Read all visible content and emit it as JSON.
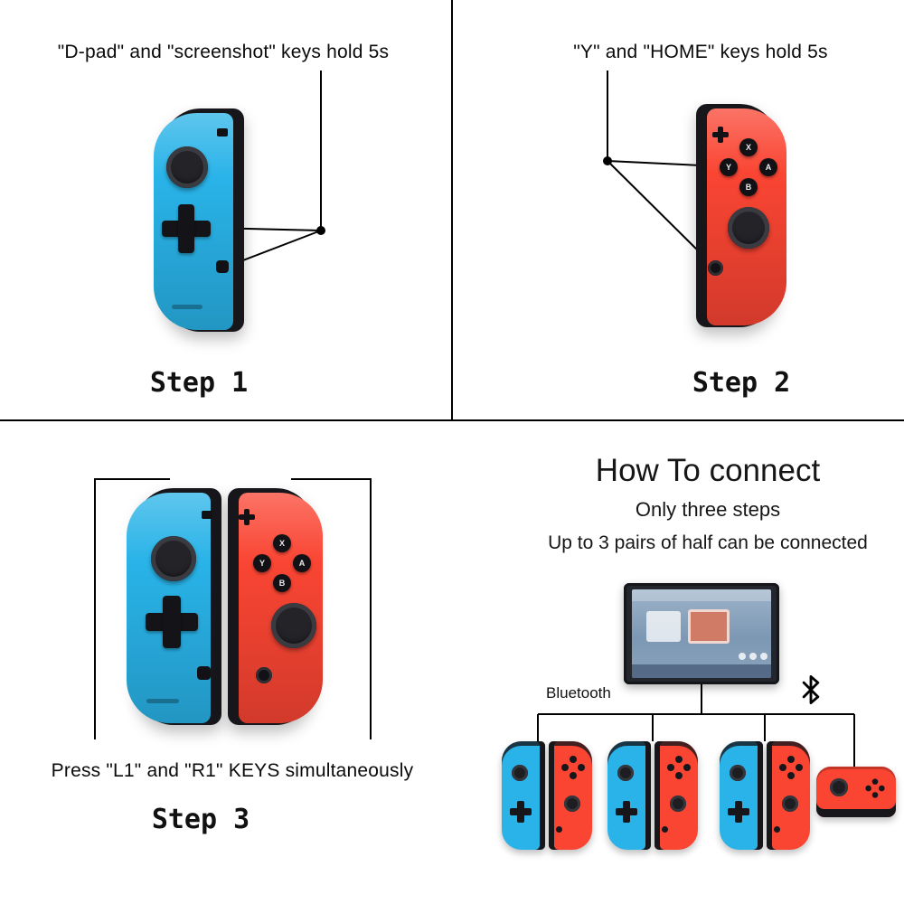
{
  "colors": {
    "blue": "#29b3e8",
    "red": "#fa4533",
    "dark": "#17171b"
  },
  "steps": {
    "step1": {
      "caption": "\"D-pad\" and \"screenshot\" keys hold 5s",
      "label": "Step 1"
    },
    "step2": {
      "caption": "\"Y\" and \"HOME\" keys hold 5s",
      "label": "Step 2"
    },
    "step3": {
      "caption": "Press \"L1\" and \"R1\" KEYS simultaneously",
      "label": "Step 3"
    }
  },
  "connect": {
    "title": "How To connect",
    "subtitle": "Only three steps",
    "note": "Up to 3 pairs of half can be connected",
    "bluetooth_label": "Bluetooth",
    "bluetooth_icon": "bluetooth"
  },
  "joycon_buttons": {
    "x": "X",
    "y": "Y",
    "a": "A",
    "b": "B"
  }
}
